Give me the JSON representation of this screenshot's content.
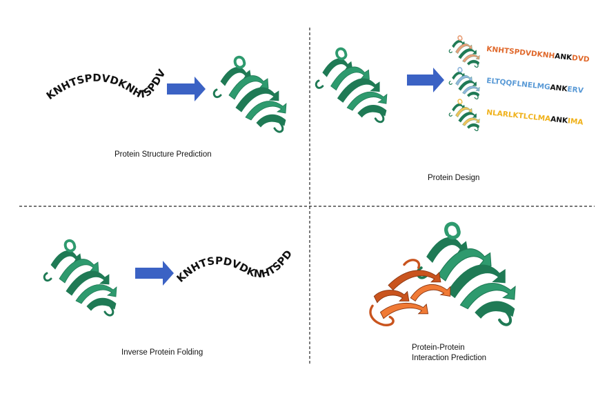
{
  "colors": {
    "protein_green": "#2e9a6e",
    "protein_green_dark": "#1f7a55",
    "protein_orange_light": "#e8a07a",
    "protein_blue_light": "#8fb6dc",
    "protein_yellow_light": "#efc35a",
    "protein_orange_dark": "#c9541e",
    "arrow_blue": "#3b62c4",
    "seq_black": "#111111",
    "seq_orange": "#e0692c",
    "seq_blue": "#5a9ad6",
    "seq_yellow": "#f0b21c",
    "divider": "#222222"
  },
  "panels": {
    "structure_prediction": {
      "sequence": "KNHTSPDVDKNHTSPDVD",
      "caption": "Protein Structure Prediction"
    },
    "protein_design": {
      "designs": [
        {
          "variable": "KNHTSPDVDKNH",
          "motif": "ANK",
          "tail": "DVD",
          "color_key": "orange"
        },
        {
          "variable": "ELTQQFLNELMG",
          "motif": "ANK",
          "tail": "ERV",
          "color_key": "blue"
        },
        {
          "variable": "NLARLKTLCLMA",
          "motif": "ANK",
          "tail": "IMA",
          "color_key": "yellow"
        }
      ],
      "caption": "Protein Design"
    },
    "inverse_folding": {
      "sequence": "KNHTSPDVDKNHTSPDVD",
      "caption": "Inverse Protein Folding"
    },
    "interaction_prediction": {
      "caption_line1": "Protein-Protein",
      "caption_line2": "Interaction Prediction"
    }
  }
}
